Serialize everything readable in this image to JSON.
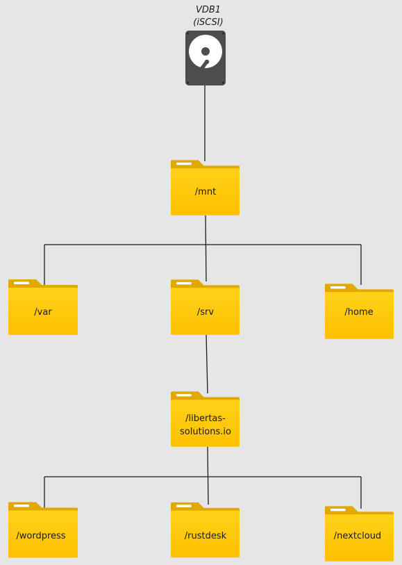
{
  "disk": {
    "label_line1": "VDB1",
    "label_line2": "(iSCSI)",
    "icon": "hard-drive-icon"
  },
  "folders": {
    "mnt": {
      "label": "/mnt"
    },
    "var": {
      "label": "/var"
    },
    "srv": {
      "label": "/srv"
    },
    "home": {
      "label": "/home"
    },
    "libertas": {
      "label_line1": "/libertas-",
      "label_line2": "solutions.io"
    },
    "wordpress": {
      "label": "/wordpress"
    },
    "rustdesk": {
      "label": "/rustdesk"
    },
    "nextcloud": {
      "label": "/nextcloud"
    }
  },
  "colors": {
    "folder_body": "#ffcc00",
    "folder_tab": "#e0a800",
    "disk_body": "#4d4d4d",
    "line": "#1a1a1a",
    "background": "#e6e6e6"
  }
}
